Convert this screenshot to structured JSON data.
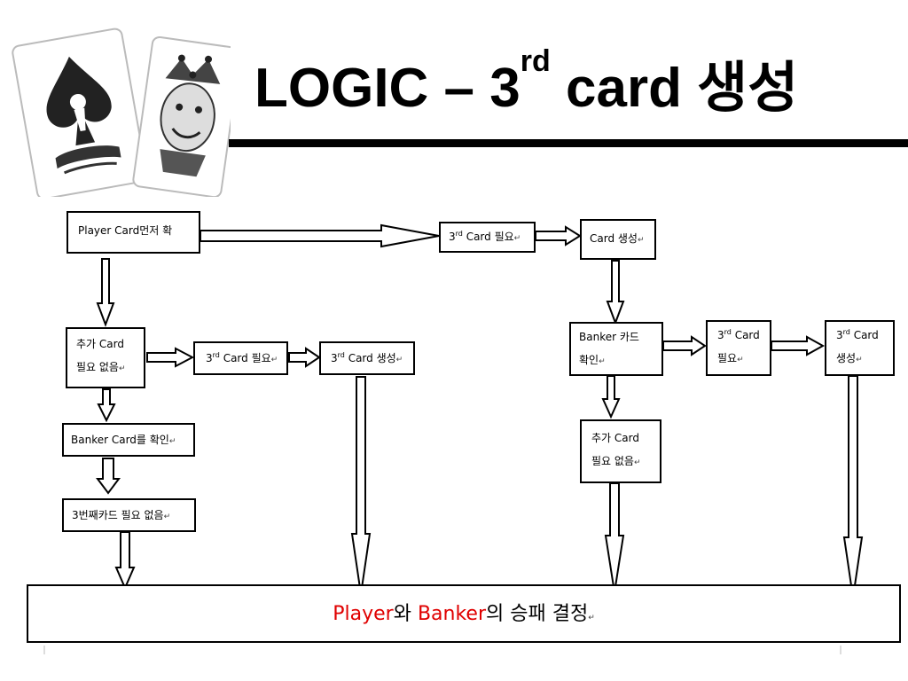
{
  "header": {
    "title_prefix": "LOGIC – 3",
    "title_sup": "rd",
    "title_suffix": " card 생성"
  },
  "flow": {
    "b1": "Player   Card먼저  확",
    "b2_sup": "rd",
    "b2_rest": " Card  필요",
    "b3": "Card  생성",
    "b4_l1": "추가  Card",
    "b4_l2": "필요  없음",
    "b5_sup": "rd",
    "b5_rest": " Card  필요",
    "b6_sup": "rd",
    "b6_rest": " Card  생성",
    "b7": "Banker Card를  확인",
    "b8": "3번째카드  필요  없음",
    "b9_l1": "Banker    카드",
    "b9_l2": "확인",
    "b10_sup": "rd",
    "b10_l1_rest": "   Card",
    "b10_l2": "필요",
    "b11_sup": "rd",
    "b11_l1_rest": "   Card",
    "b11_l2": "생성",
    "b12_l1": "추가      Card",
    "b12_l2": "필요  없음",
    "three": "3",
    "return_mark": "↵"
  },
  "final": {
    "player": "Player",
    "wa": "와 ",
    "banker": "Banker",
    "rest": "의  승패  결정"
  },
  "colors": {
    "accent_red": "#e00000"
  }
}
